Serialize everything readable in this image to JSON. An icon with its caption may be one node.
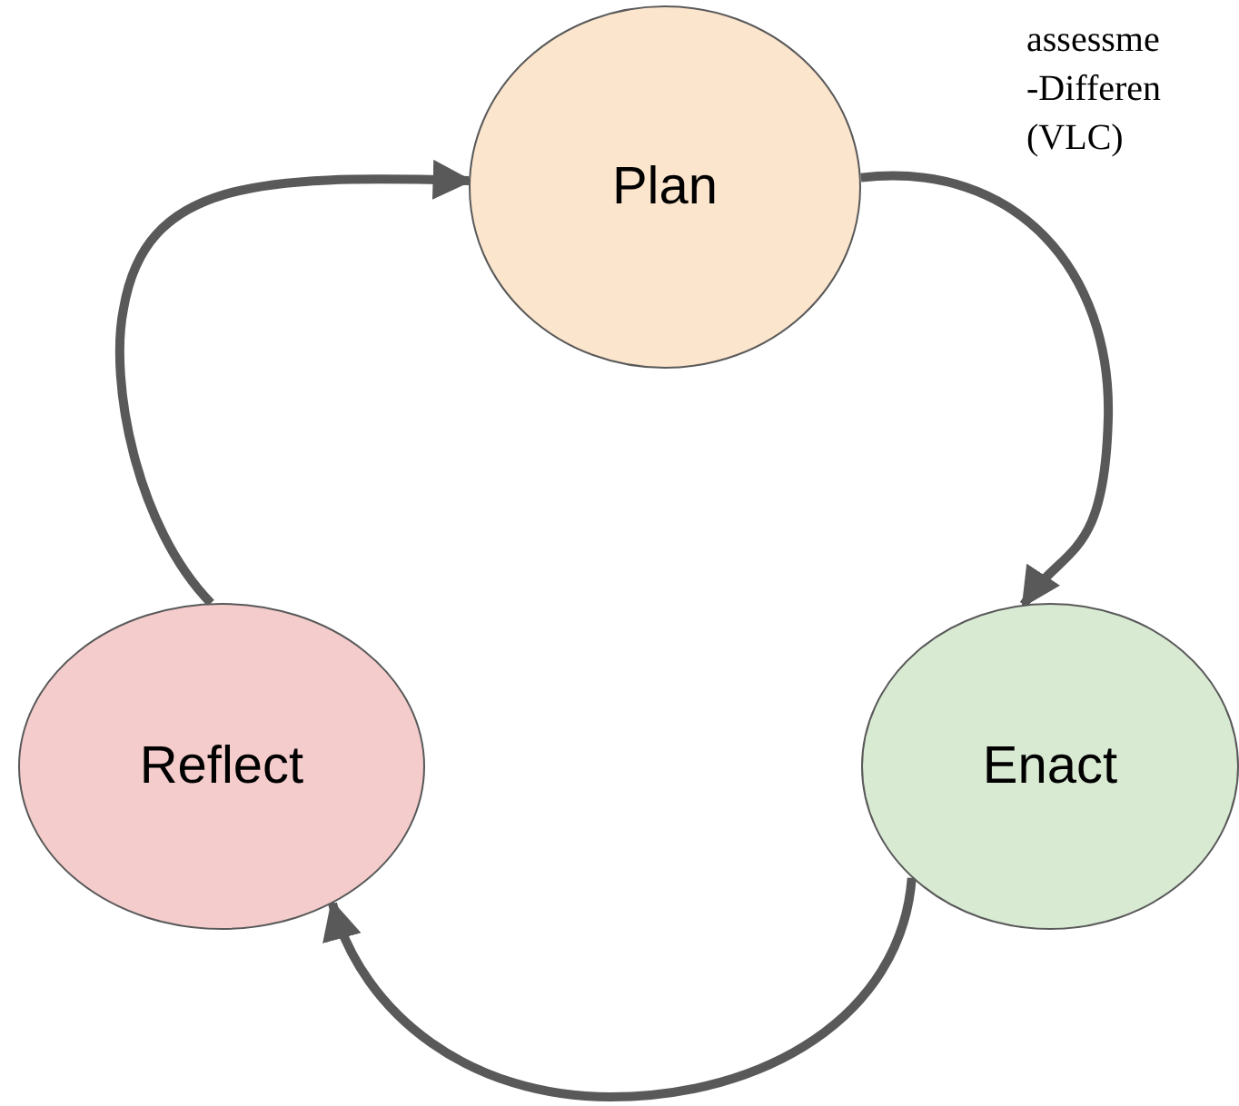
{
  "diagram": {
    "nodes": [
      {
        "text": [
          "Plan"
        ]
      },
      {
        "text": [
          "Enact"
        ]
      },
      {
        "text": [
          "Reflect"
        ]
      }
    ],
    "edges": [
      {
        "from": 0,
        "to": 1,
        "arrow": "to"
      },
      {
        "from": 1,
        "to": 2,
        "arrow": "to"
      },
      {
        "from": 2,
        "to": 0,
        "arrow": "to"
      }
    ],
    "labels": [
      "assessme",
      "-Differen",
      "(VLC)"
    ]
  }
}
